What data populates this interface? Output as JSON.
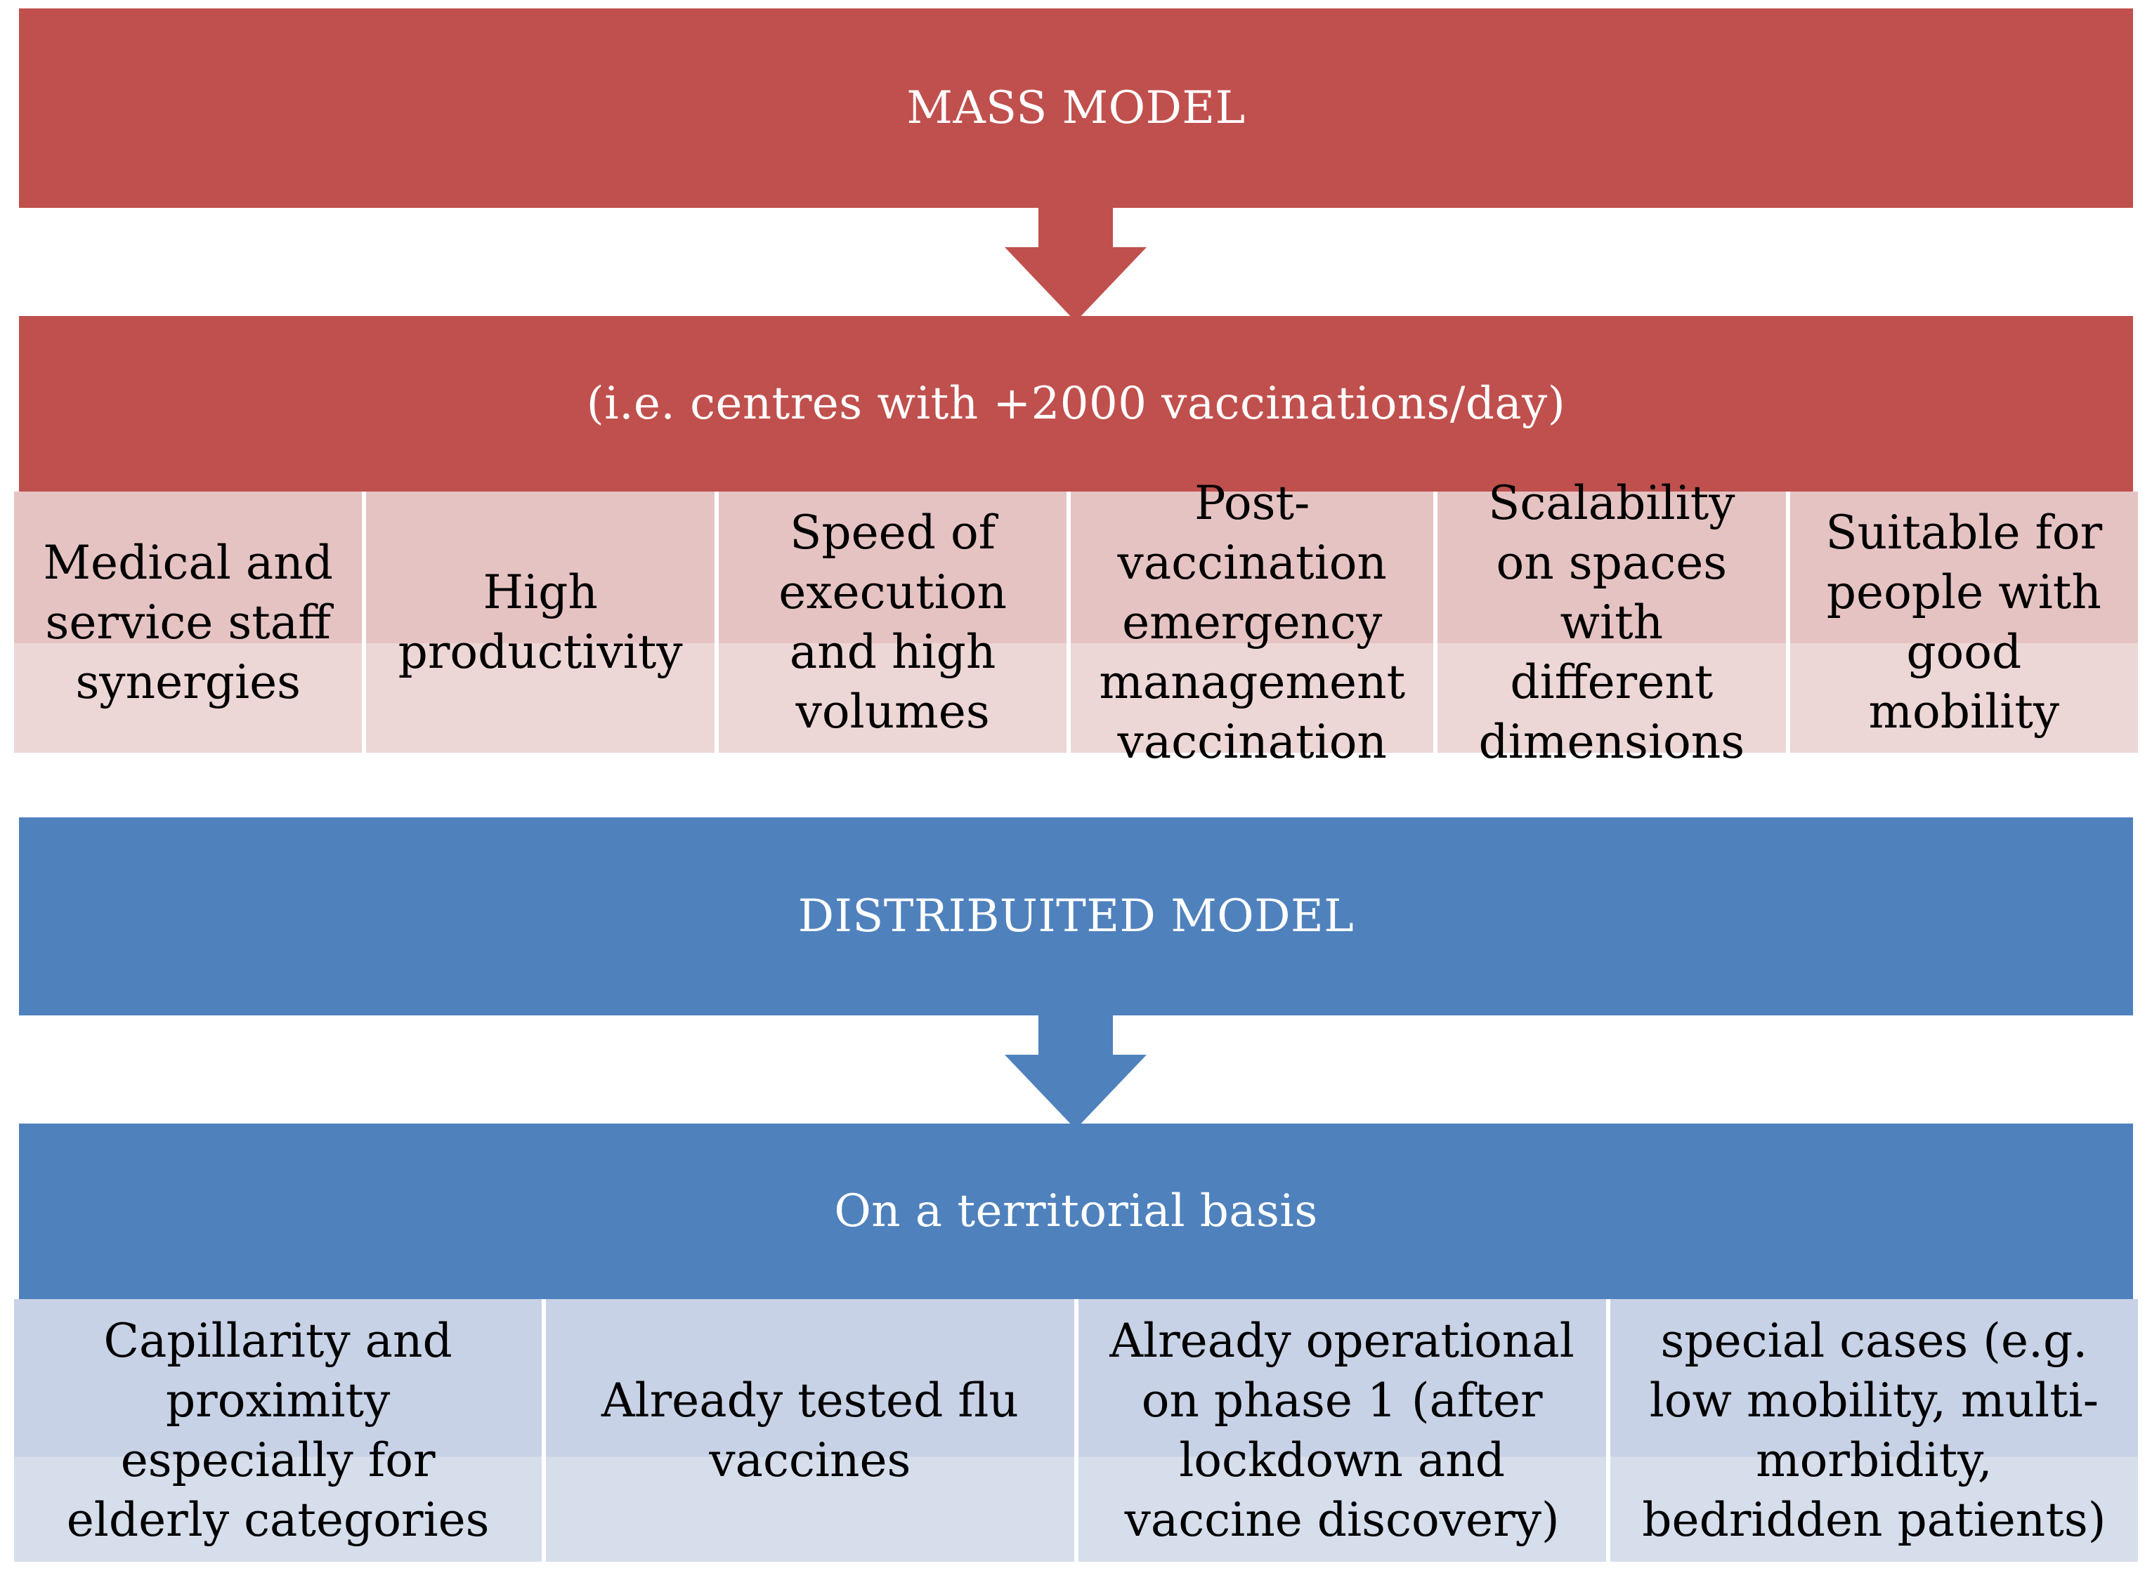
{
  "mass_model": {
    "title": "MASS MODEL",
    "subtitle": "(i.e. centres with +2000 vaccinations/day)",
    "color": "#c0504d",
    "features": [
      "Medical and service staff synergies",
      "High productivity",
      "Speed of execution and high volumes",
      "Post-vaccination emergency management vaccination",
      "Scalability on spaces with different dimensions",
      "Suitable for people with good mobility"
    ]
  },
  "distributed_model": {
    "title": "DISTRIBUITED MODEL",
    "subtitle": "On a territorial basis",
    "color": "#4f81bd",
    "features": [
      "Capillarity and proximity especially for elderly categories",
      "Already tested flu vaccines",
      "Already operational on phase 1 (after lockdown and vaccine discovery)",
      "special cases (e.g. low mobility, multi-morbidity, bedridden patients)"
    ]
  }
}
